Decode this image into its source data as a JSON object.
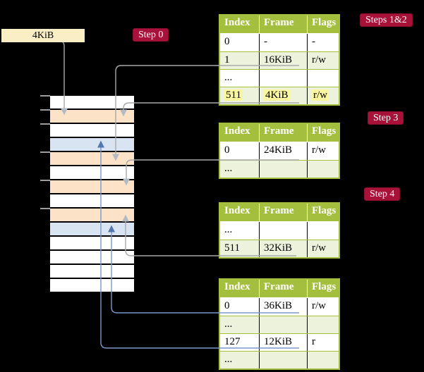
{
  "frame_label": "4KiB",
  "badges": [
    {
      "label": "Step 0"
    },
    {
      "label": "Steps 1&2"
    },
    {
      "label": "Step 3"
    },
    {
      "label": "Step 4"
    }
  ],
  "tables": [
    {
      "title": "page-table-steps-1-2",
      "headers": [
        "Index",
        "Frame",
        "Flags"
      ],
      "rows": [
        {
          "cells": [
            "0",
            "-",
            "-"
          ],
          "shaded": false,
          "highlighted": false
        },
        {
          "cells": [
            "1",
            "16KiB",
            "r/w"
          ],
          "shaded": true,
          "highlighted": false
        },
        {
          "cells": [
            "...",
            "",
            ""
          ],
          "shaded": false,
          "highlighted": false
        },
        {
          "cells": [
            "511",
            "4KiB",
            "r/w"
          ],
          "shaded": true,
          "highlighted": true
        }
      ]
    },
    {
      "title": "page-table-step-3",
      "headers": [
        "Index",
        "Frame",
        "Flags"
      ],
      "rows": [
        {
          "cells": [
            "0",
            "24KiB",
            "r/w"
          ],
          "shaded": false,
          "highlighted": false
        },
        {
          "cells": [
            "...",
            "",
            ""
          ],
          "shaded": true,
          "highlighted": false
        }
      ]
    },
    {
      "title": "page-table-step-4",
      "headers": [
        "Index",
        "Frame",
        "Flags"
      ],
      "rows": [
        {
          "cells": [
            "...",
            "",
            ""
          ],
          "shaded": false,
          "highlighted": false
        },
        {
          "cells": [
            "511",
            "32KiB",
            "r/w"
          ],
          "shaded": true,
          "highlighted": false
        }
      ]
    },
    {
      "title": "page-table-final",
      "headers": [
        "Index",
        "Frame",
        "Flags"
      ],
      "rows": [
        {
          "cells": [
            "0",
            "36KiB",
            "r/w"
          ],
          "shaded": false,
          "highlighted": false
        },
        {
          "cells": [
            "...",
            "",
            ""
          ],
          "shaded": true,
          "highlighted": false
        },
        {
          "cells": [
            "127",
            "12KiB",
            "r"
          ],
          "shaded": false,
          "highlighted": false
        },
        {
          "cells": [
            "...",
            "",
            ""
          ],
          "shaded": true,
          "highlighted": false
        }
      ]
    }
  ],
  "memory_strip": {
    "rows": [
      "white",
      "peach",
      "white",
      "blue",
      "peach",
      "white",
      "peach",
      "white",
      "peach",
      "blue",
      "white",
      "white",
      "white",
      "white"
    ]
  },
  "colors": {
    "background": "#000000",
    "table_header_green": "#a3bf3d",
    "table_row_green": "#edf2dc",
    "highlight_yellow": "#fbf7a0",
    "badge_red": "#a91238",
    "frame_peach": "#fce3c8",
    "frame_blue": "#d9e4f2",
    "label_wheat": "#faeec5",
    "gray_line": "#a9a9a9",
    "gray_arrow": "#b3bac3",
    "blue_line": "#7b97c9",
    "blue_arrow": "#5577af"
  }
}
